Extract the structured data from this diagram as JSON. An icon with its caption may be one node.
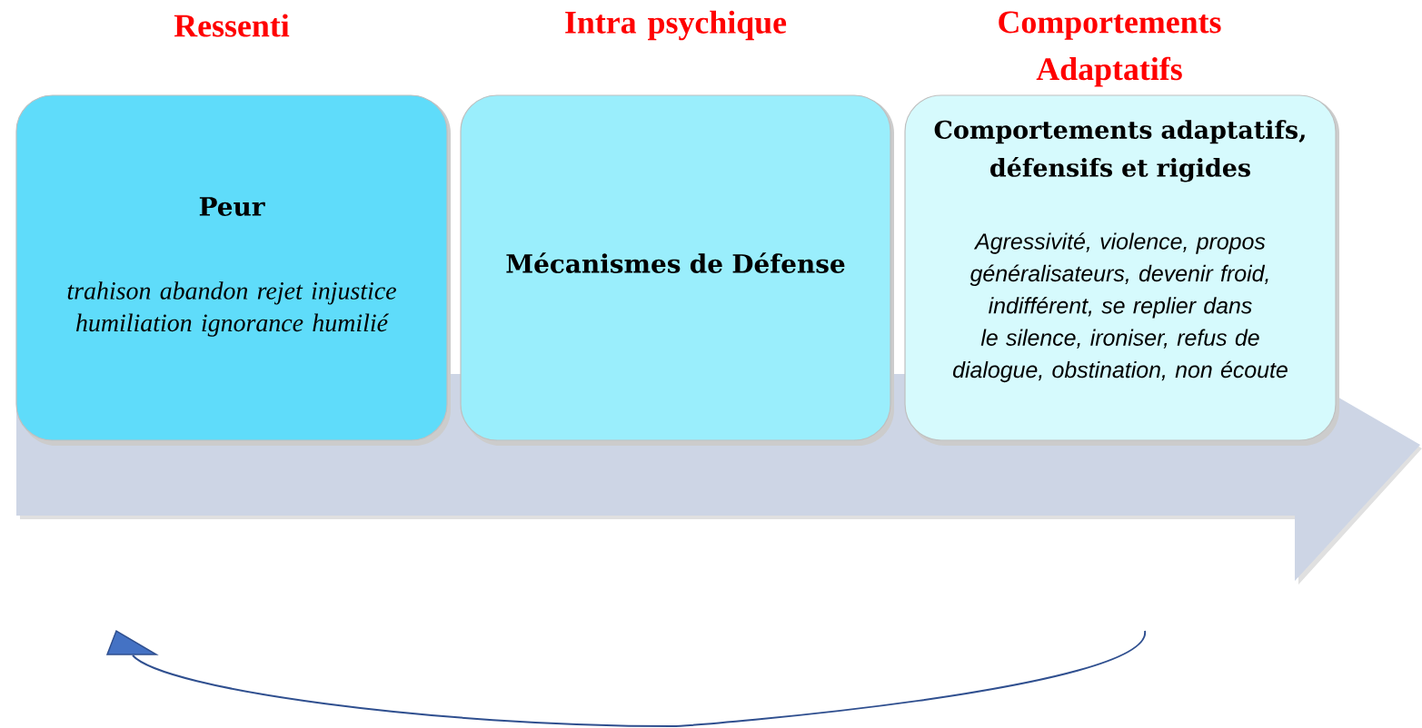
{
  "diagram": {
    "nodes": [
      {
        "text": [
          "Ressenti",
          "Peur",
          "trahison abandon rejet injustice humiliation ignorance humilié"
        ]
      },
      {
        "text": [
          "Intra psychique",
          "Mécanismes de Défense"
        ]
      },
      {
        "text": [
          "Comportements Adaptatifs",
          "Comportements adaptatifs, défensifs et rigides",
          "Agressivité, violence, propos généralisateurs, devenir froid, indifférent, se replier dans le silence, ironiser, refus de dialogue, obstination, non écoute"
        ]
      }
    ]
  }
}
